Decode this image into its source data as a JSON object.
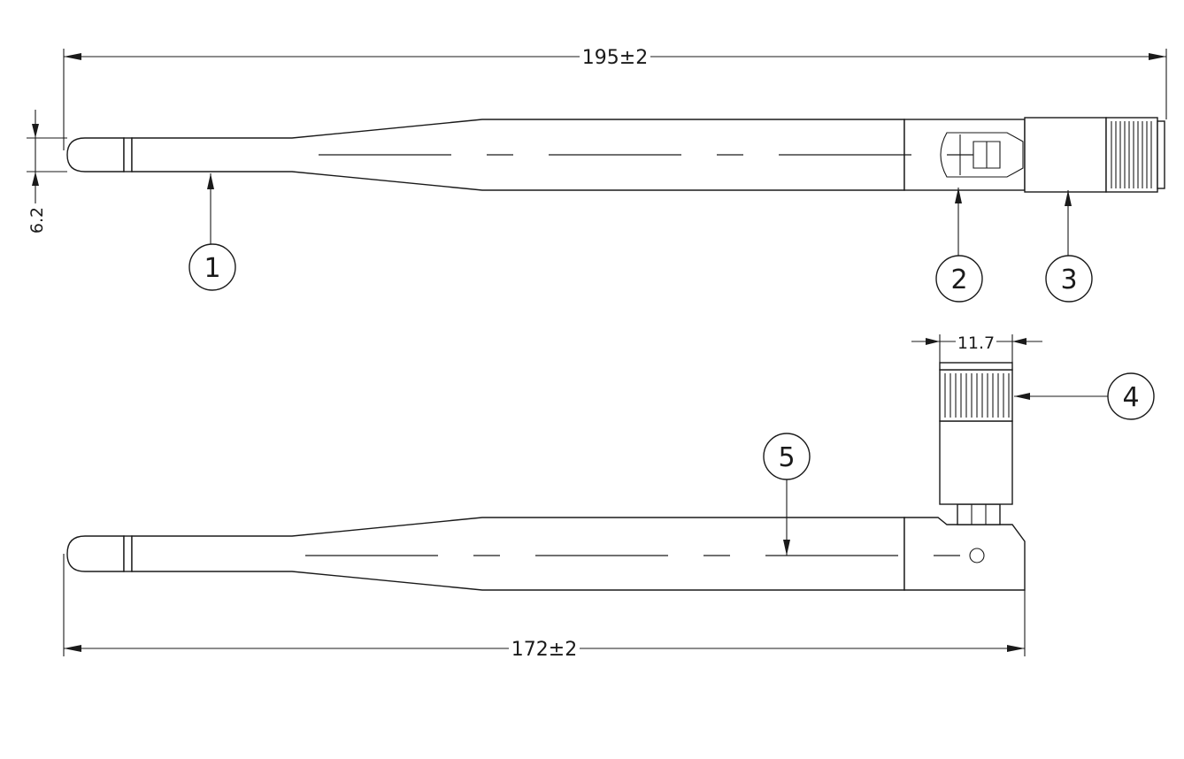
{
  "dimensions": {
    "overall_length_straight": "195±2",
    "overall_length_bent": "172±2",
    "tip_diameter": "6.2",
    "connector_width": "11.7"
  },
  "balloons": [
    "1",
    "2",
    "3",
    "4",
    "5"
  ]
}
